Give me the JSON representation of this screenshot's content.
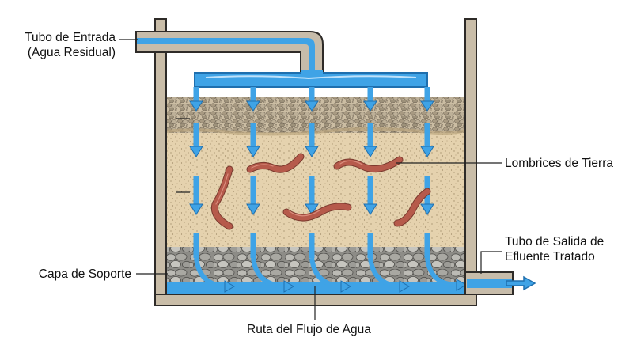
{
  "labels": {
    "inlet_line1": "Tubo de Entrada",
    "inlet_line2": "(Agua Residual)",
    "worms": "Lombrices de Tierra",
    "outlet_line1": "Tubo de Salida de",
    "outlet_line2": "Efluente Tratado",
    "support": "Capa de Soporte",
    "flow": "Ruta del Flujo de Agua"
  },
  "colors": {
    "water": "#3fa3e6",
    "water_dark": "#1f6fae",
    "pipe": "#c7bcaa",
    "wall": "#c9bda8",
    "soil": "#e3cfaa",
    "gravel": "#b6a78f",
    "stones": "#9c9c98",
    "worm": "#b65a4b"
  },
  "icons": {
    "flow_arrow": "arrow-down-icon",
    "outlet_arrow": "arrow-right-icon"
  }
}
